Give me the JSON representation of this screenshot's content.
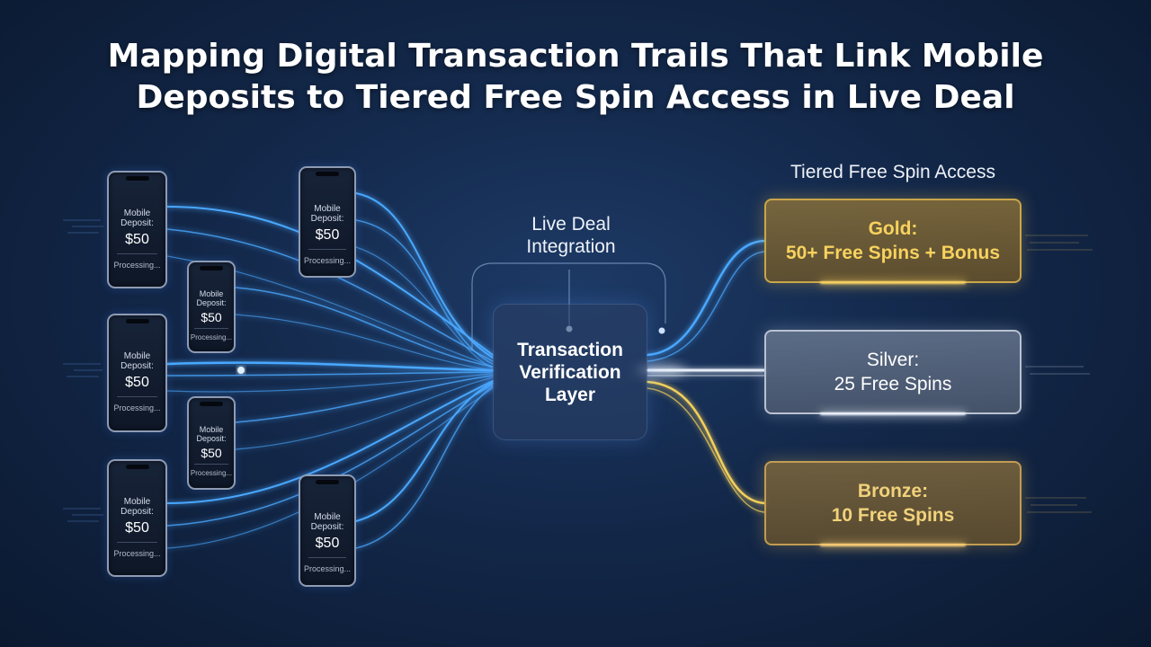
{
  "title": {
    "line1": "Mapping Digital Transaction Trails That Link Mobile",
    "line2": "Deposits to Tiered Free Spin Access in Live Deal"
  },
  "phones": [
    {
      "label": "Mobile Deposit:",
      "amount": "$50",
      "status": "Processing..."
    },
    {
      "label": "Mobile Deposit:",
      "amount": "$50",
      "status": "Processing..."
    },
    {
      "label": "Mobile Deposit:",
      "amount": "$50",
      "status": "Processing..."
    },
    {
      "label": "Mobile Deposit:",
      "amount": "$50",
      "status": "Processing..."
    },
    {
      "label": "Mobile Deposit:",
      "amount": "$50",
      "status": "Processing..."
    },
    {
      "label": "Mobile Deposit:",
      "amount": "$50",
      "status": "Processing..."
    },
    {
      "label": "Mobile Deposit:",
      "amount": "$50",
      "status": "Processing..."
    }
  ],
  "live_deal": {
    "line1": "Live Deal",
    "line2": "Integration"
  },
  "verification": {
    "line1": "Transaction",
    "line2": "Verification",
    "line3": "Layer"
  },
  "tiers_heading": "Tiered Free Spin Access",
  "tiers": [
    {
      "name": "Gold:",
      "reward": "50+ Free Spins + Bonus"
    },
    {
      "name": "Silver:",
      "reward": "25 Free Spins"
    },
    {
      "name": "Bronze:",
      "reward": "10 Free Spins"
    }
  ],
  "colors": {
    "blue_trail": "#4aa8ff",
    "silver_trail": "#e6edf7",
    "gold_trail": "#f2cf5b",
    "gold_text": "#f7d25e",
    "bronze_text": "#f1d27a"
  }
}
